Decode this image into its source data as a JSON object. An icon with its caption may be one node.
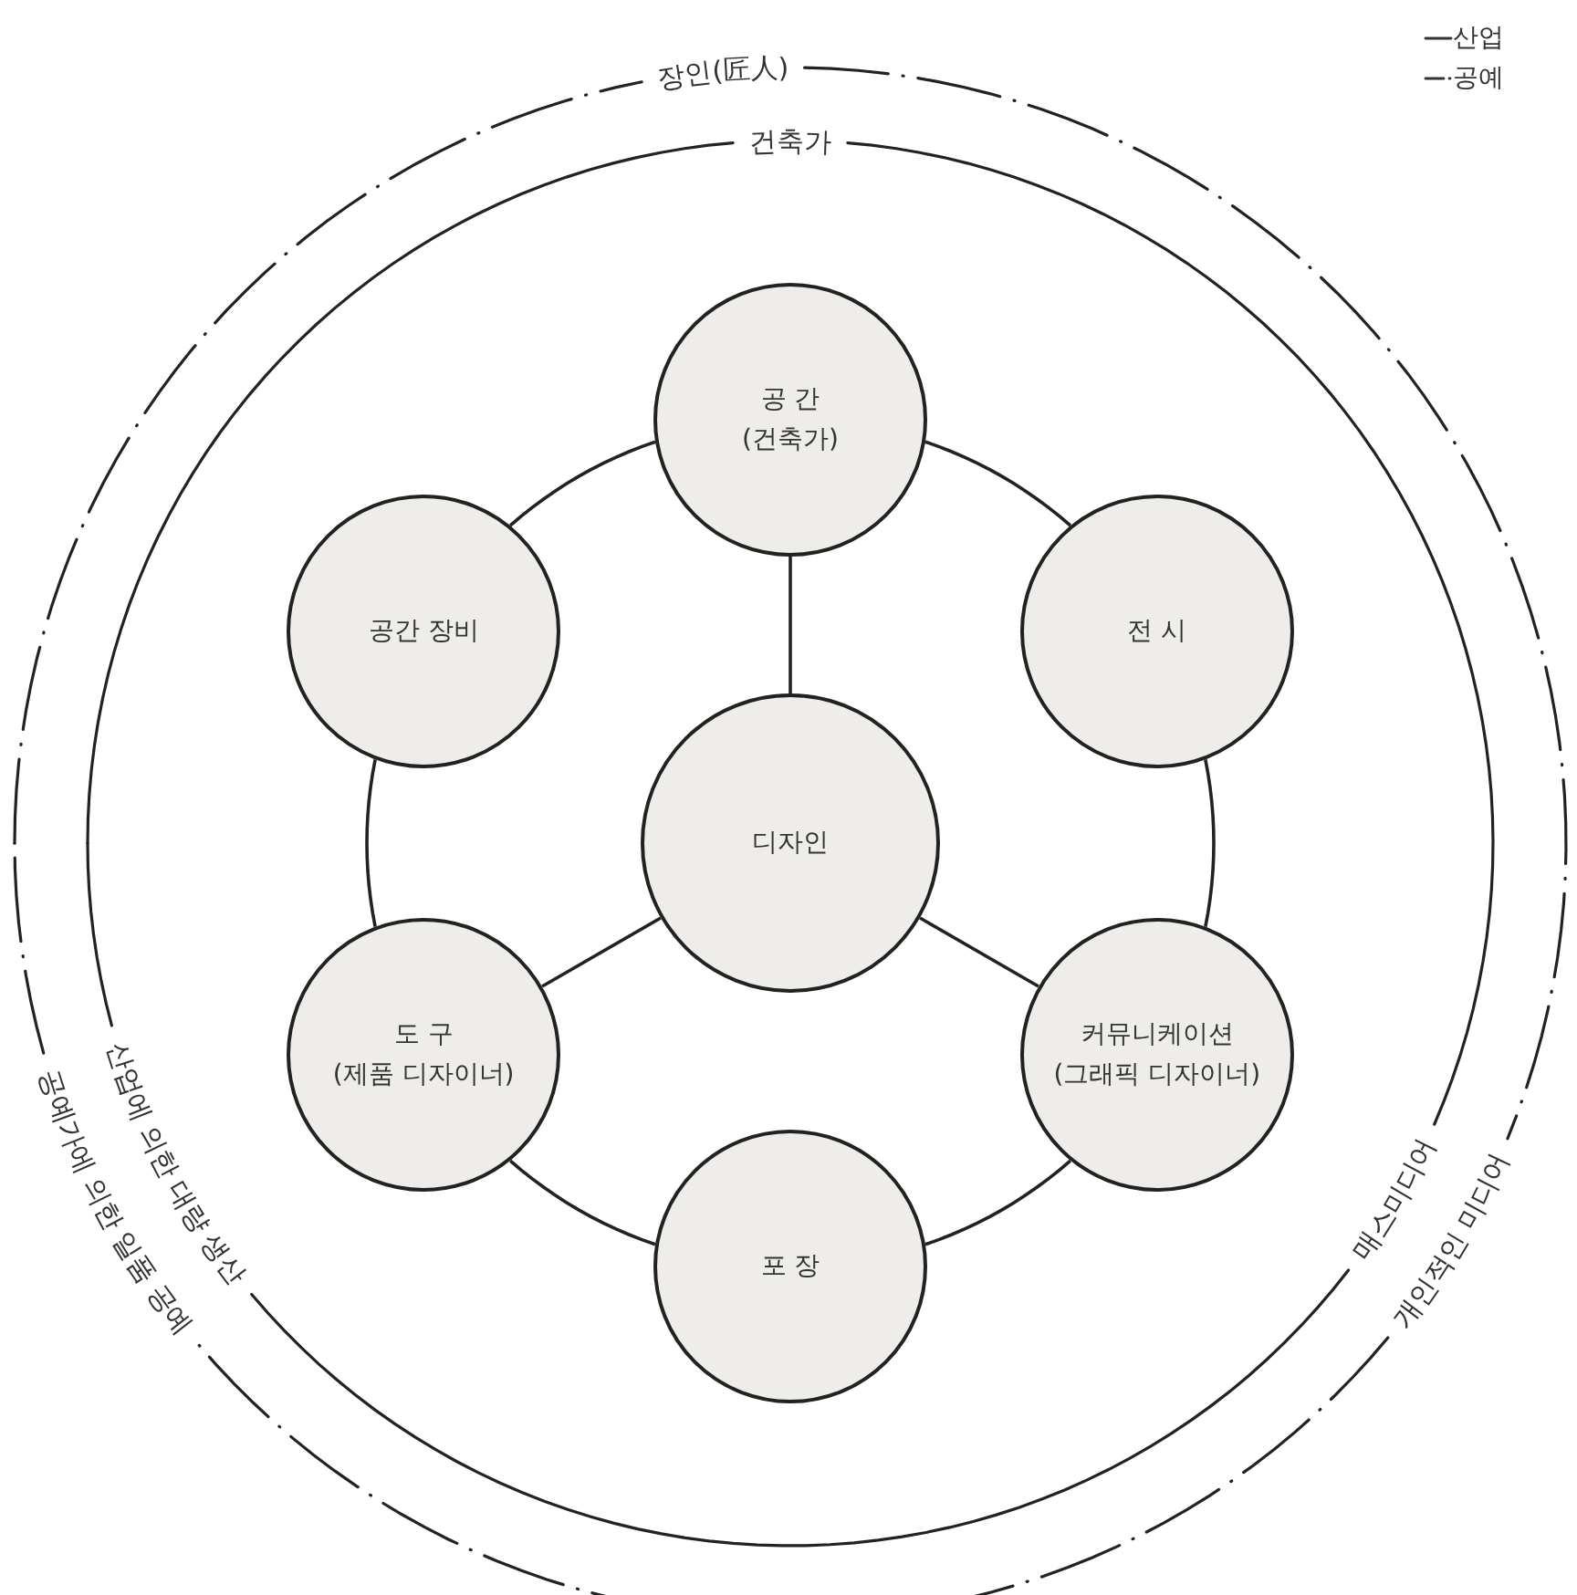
{
  "diagram": {
    "nodes": [
      {
        "text": [
          "공 간",
          "(건축가)"
        ]
      },
      {
        "text": [
          "공간 장비"
        ]
      },
      {
        "text": [
          "전 시"
        ]
      },
      {
        "text": [
          "디자인"
        ]
      },
      {
        "text": [
          "도 구",
          "(제품 디자이너)"
        ]
      },
      {
        "text": [
          "커뮤니케이션",
          "(그래픽 디자이너)"
        ]
      },
      {
        "text": [
          "포 장"
        ]
      }
    ],
    "edges": [
      {
        "from": 0,
        "to": 2,
        "arrow": "none"
      },
      {
        "from": 2,
        "to": 5,
        "arrow": "none"
      },
      {
        "from": 5,
        "to": 6,
        "arrow": "none"
      },
      {
        "from": 6,
        "to": 4,
        "arrow": "none"
      },
      {
        "from": 4,
        "to": 1,
        "arrow": "none"
      },
      {
        "from": 1,
        "to": 0,
        "arrow": "none"
      },
      {
        "from": 3,
        "to": 0,
        "arrow": "none"
      },
      {
        "from": 3,
        "to": 4,
        "arrow": "none"
      },
      {
        "from": 3,
        "to": 5,
        "arrow": "none"
      }
    ],
    "labels": [
      "장인(匠人)",
      "건축가",
      "산업에 의한 대량 생산",
      "공예가에 의한 일품 공예",
      "매스미디어",
      "개인적인 미디어"
    ],
    "legend": [
      {
        "text": "산업"
      },
      {
        "text": "공예"
      }
    ]
  }
}
